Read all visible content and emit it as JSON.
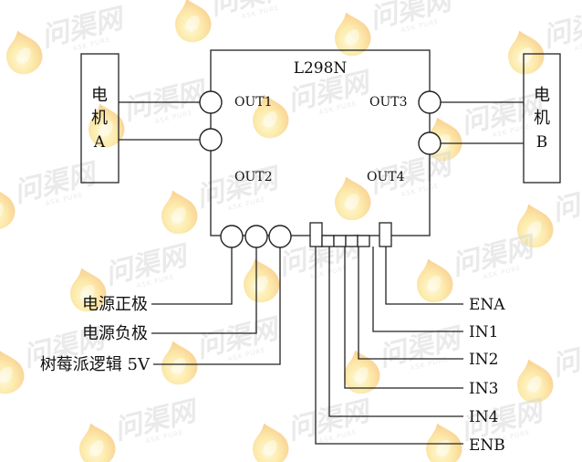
{
  "watermark": {
    "text": "问渠网",
    "subtext": "ASK PURE"
  },
  "chip": {
    "label": "L298N",
    "out1": "OUT1",
    "out2": "OUT2",
    "out3": "OUT3",
    "out4": "OUT4"
  },
  "motor_a": {
    "line1": "电",
    "line2": "机",
    "line3": "A"
  },
  "motor_b": {
    "line1": "电",
    "line2": "机",
    "line3": "B"
  },
  "left_labels": {
    "power_pos": "电源正极",
    "power_neg": "电源负极",
    "logic_5v": "树莓派逻辑 5V"
  },
  "right_labels": {
    "ena": "ENA",
    "in1": "IN1",
    "in2": "IN2",
    "in3": "IN3",
    "in4": "IN4",
    "enb": "ENB"
  },
  "colors": {
    "line": "#222222",
    "watermark": "#d9d9d9",
    "flame_orange": "#f29a1d",
    "flame_yellow": "#fbd85a"
  }
}
